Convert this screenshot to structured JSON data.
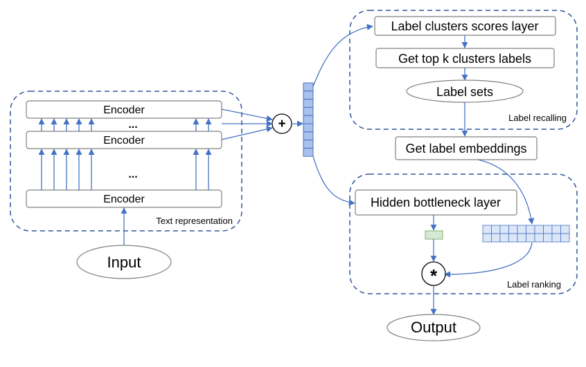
{
  "encoder": {
    "label": "Encoder",
    "ellipsis": "..."
  },
  "groups": {
    "text_representation": "Text representation",
    "label_recalling": "Label recalling",
    "label_ranking": "Label ranking"
  },
  "nodes": {
    "input": "Input",
    "plus": "+",
    "scores_layer": "Label clusters scores layer",
    "top_k": "Get top k clusters labels",
    "label_sets": "Label sets",
    "label_embeddings": "Get label embeddings",
    "bottleneck": "Hidden bottleneck layer",
    "multiply": "*",
    "output": "Output"
  },
  "colors": {
    "arrow": "#4472c4",
    "group_border": "#2f5597",
    "vector_cell": "#a9c1ec",
    "bottleneck_vector": "#d5e8d4"
  }
}
